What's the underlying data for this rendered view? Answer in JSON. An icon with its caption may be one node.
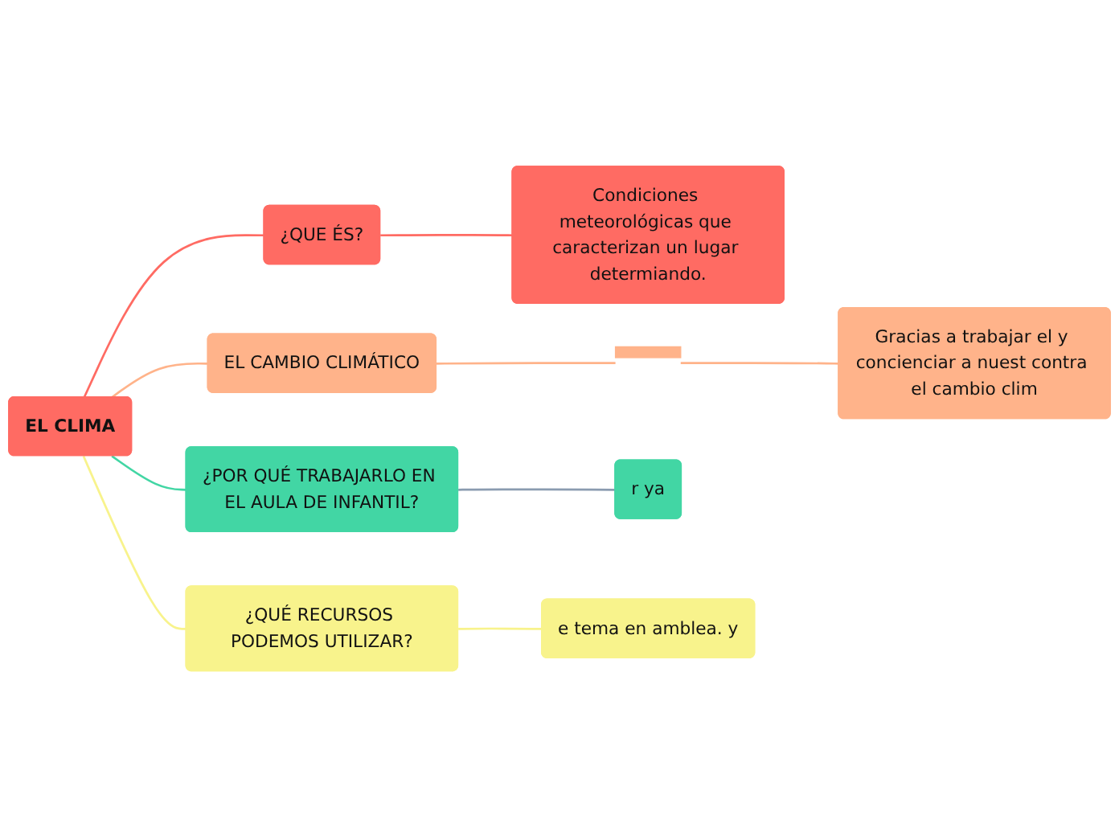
{
  "diagram": {
    "nodes": [
      {
        "text": [
          "EL CLIMA"
        ]
      },
      {
        "text": [
          "¿QUE ÉS?"
        ]
      },
      {
        "text": [
          "Condiciones meteorológicas que caracterizan un lugar determiando."
        ]
      },
      {
        "text": [
          "EL CAMBIO CLIMÁTICO"
        ]
      },
      {
        "text": [],
        "shape": "bar"
      },
      {
        "text": [
          "Gracias a trabajar el y concienciar a nuest contra el cambio clim"
        ]
      },
      {
        "text": [
          "¿POR QUÉ TRABAJARLO EN EL AULA DE INFANTIL?"
        ]
      },
      {
        "text": [
          "r ya"
        ]
      },
      {
        "text": [
          "¿QUÉ RECURSOS PODEMOS UTILIZAR?"
        ]
      },
      {
        "text": [
          "e tema en amblea. y"
        ]
      }
    ],
    "edges": [
      {
        "from": 0,
        "to": 1,
        "arrow": "none",
        "color": "#ff6b63"
      },
      {
        "from": 1,
        "to": 2,
        "arrow": "none",
        "color": "#ff6b63"
      },
      {
        "from": 0,
        "to": 3,
        "arrow": "none",
        "color": "#ffb38a"
      },
      {
        "from": 3,
        "to": 4,
        "arrow": "none",
        "color": "#ffb38a"
      },
      {
        "from": 4,
        "to": 5,
        "arrow": "none",
        "color": "#ffb38a"
      },
      {
        "from": 0,
        "to": 6,
        "arrow": "none",
        "color": "#42d6a4"
      },
      {
        "from": 6,
        "to": 7,
        "arrow": "none",
        "color": "#8a9bb0"
      },
      {
        "from": 0,
        "to": 8,
        "arrow": "none",
        "color": "#f8f38c"
      },
      {
        "from": 8,
        "to": 9,
        "arrow": "none",
        "color": "#f8f38c"
      }
    ]
  }
}
